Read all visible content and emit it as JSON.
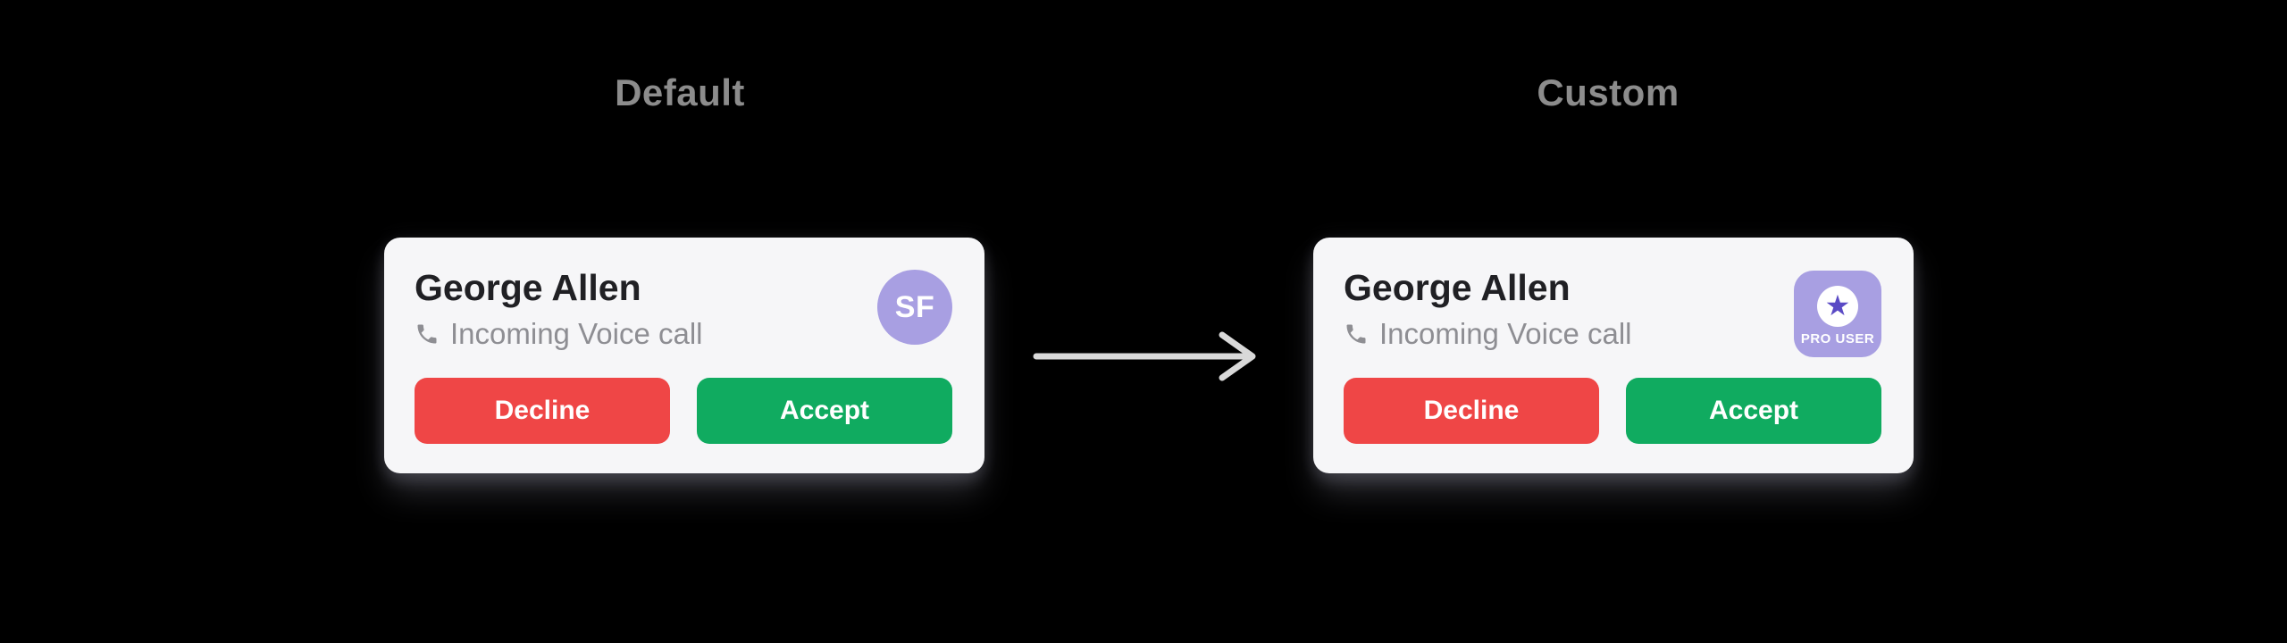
{
  "colors": {
    "bg": "#000000",
    "card-bg": "#f6f6f8",
    "name": "#202024",
    "muted": "#8e8e93",
    "title": "#8c8c8c",
    "arrow": "#d9d9d9",
    "purple": "#a89fe2",
    "star-purple": "#5a4ac5",
    "decline": "#ef4646",
    "accept": "#10ab60",
    "button-text": "#ffffff"
  },
  "panels": {
    "default": {
      "title": "Default",
      "card": {
        "name": "George Allen",
        "subtitle": "Incoming Voice call",
        "avatar_initials": "SF",
        "decline_label": "Decline",
        "accept_label": "Accept"
      }
    },
    "custom": {
      "title": "Custom",
      "card": {
        "name": "George Allen",
        "subtitle": "Incoming Voice call",
        "badge_star": "★",
        "badge_label": "PRO USER",
        "decline_label": "Decline",
        "accept_label": "Accept"
      }
    }
  }
}
